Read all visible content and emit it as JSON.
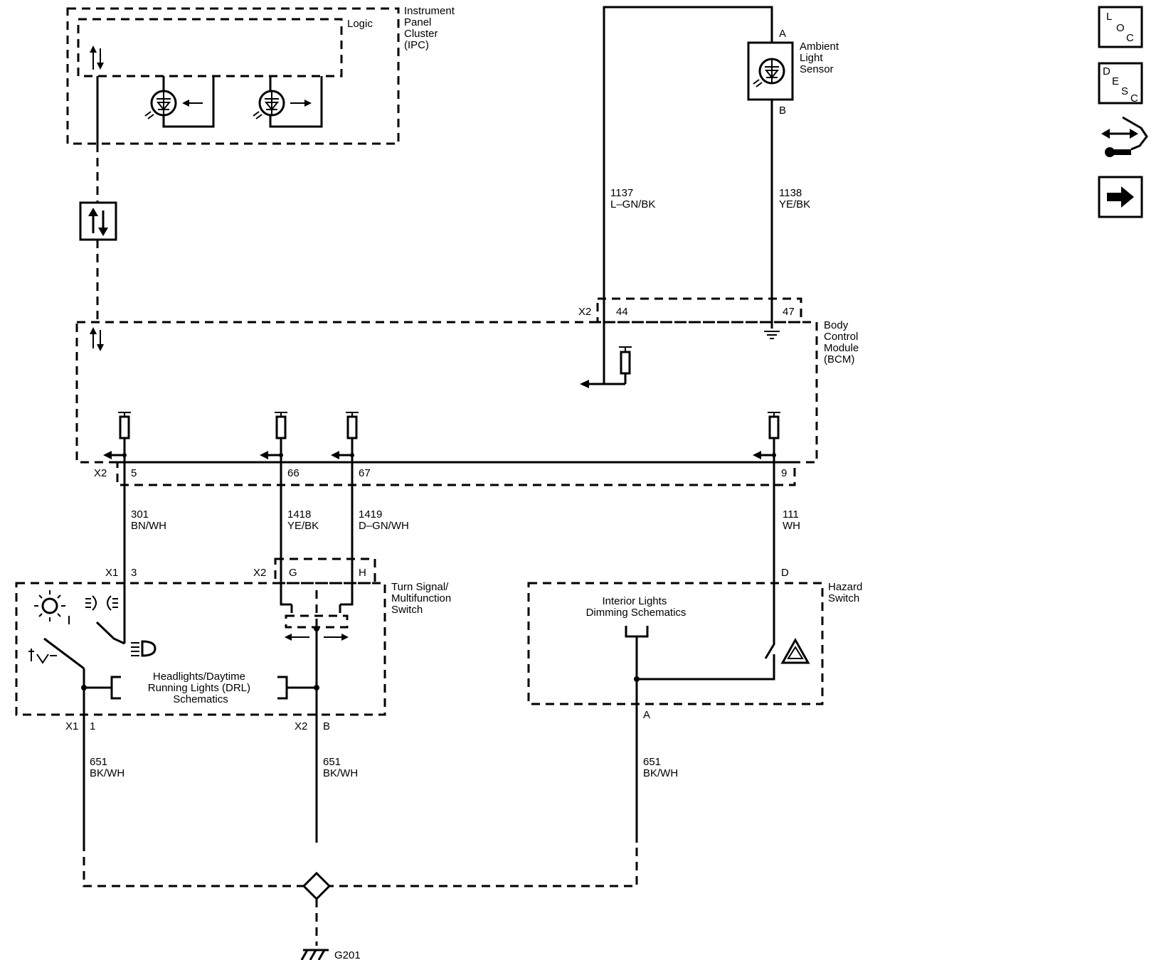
{
  "components": {
    "ipc": {
      "name_lines": [
        "Instrument",
        "Panel",
        "Cluster",
        "(IPC)"
      ],
      "logic_label": "Logic"
    },
    "bcm": {
      "name_lines": [
        "Body",
        "Control",
        "Module",
        "(BCM)"
      ]
    },
    "ambient_sensor": {
      "name_lines": [
        "Ambient",
        "Light",
        "Sensor"
      ],
      "pin_a": "A",
      "pin_b": "B"
    },
    "turn_signal_switch": {
      "name_lines": [
        "Turn Signal/",
        "Multifunction",
        "Switch"
      ]
    },
    "hazard_switch": {
      "name_lines": [
        "Hazard",
        "Switch"
      ]
    },
    "headlights_box": {
      "lines": [
        "Headlights/Daytime",
        "Running Lights (DRL)",
        "Schematics"
      ]
    },
    "interior_box": {
      "lines": [
        "Interior Lights",
        "Dimming Schematics"
      ]
    },
    "ground": {
      "label": "G201"
    }
  },
  "connectors": {
    "bcm_x2_top": {
      "name": "X2",
      "pins": [
        "44",
        "47"
      ]
    },
    "bcm_x2_bottom": {
      "name": "X2",
      "pins": [
        "5",
        "66",
        "67",
        "9"
      ]
    },
    "tss_x1_top": {
      "name": "X1",
      "pin": "3"
    },
    "tss_x2_top": {
      "name": "X2",
      "pins": [
        "G",
        "H"
      ]
    },
    "tss_x1_bottom": {
      "name": "X1",
      "pin": "1"
    },
    "tss_x2_bottom": {
      "name": "X2",
      "pin": "B"
    },
    "hazard_top": {
      "pin": "D"
    },
    "hazard_bottom": {
      "pin": "A"
    }
  },
  "wires": [
    {
      "id": "w1137",
      "circuit": "1137",
      "color": "L–GN/BK"
    },
    {
      "id": "w1138",
      "circuit": "1138",
      "color": "YE/BK"
    },
    {
      "id": "w301",
      "circuit": "301",
      "color": "BN/WH"
    },
    {
      "id": "w1418",
      "circuit": "1418",
      "color": "YE/BK"
    },
    {
      "id": "w1419",
      "circuit": "1419",
      "color": "D–GN/WH"
    },
    {
      "id": "w111",
      "circuit": "111",
      "color": "WH"
    },
    {
      "id": "w651a",
      "circuit": "651",
      "color": "BK/WH"
    },
    {
      "id": "w651b",
      "circuit": "651",
      "color": "BK/WH"
    },
    {
      "id": "w651c",
      "circuit": "651",
      "color": "BK/WH"
    }
  ],
  "nav": {
    "loc": [
      "L",
      "O",
      "C"
    ],
    "desc": [
      "D",
      "E",
      "S",
      "C"
    ]
  }
}
